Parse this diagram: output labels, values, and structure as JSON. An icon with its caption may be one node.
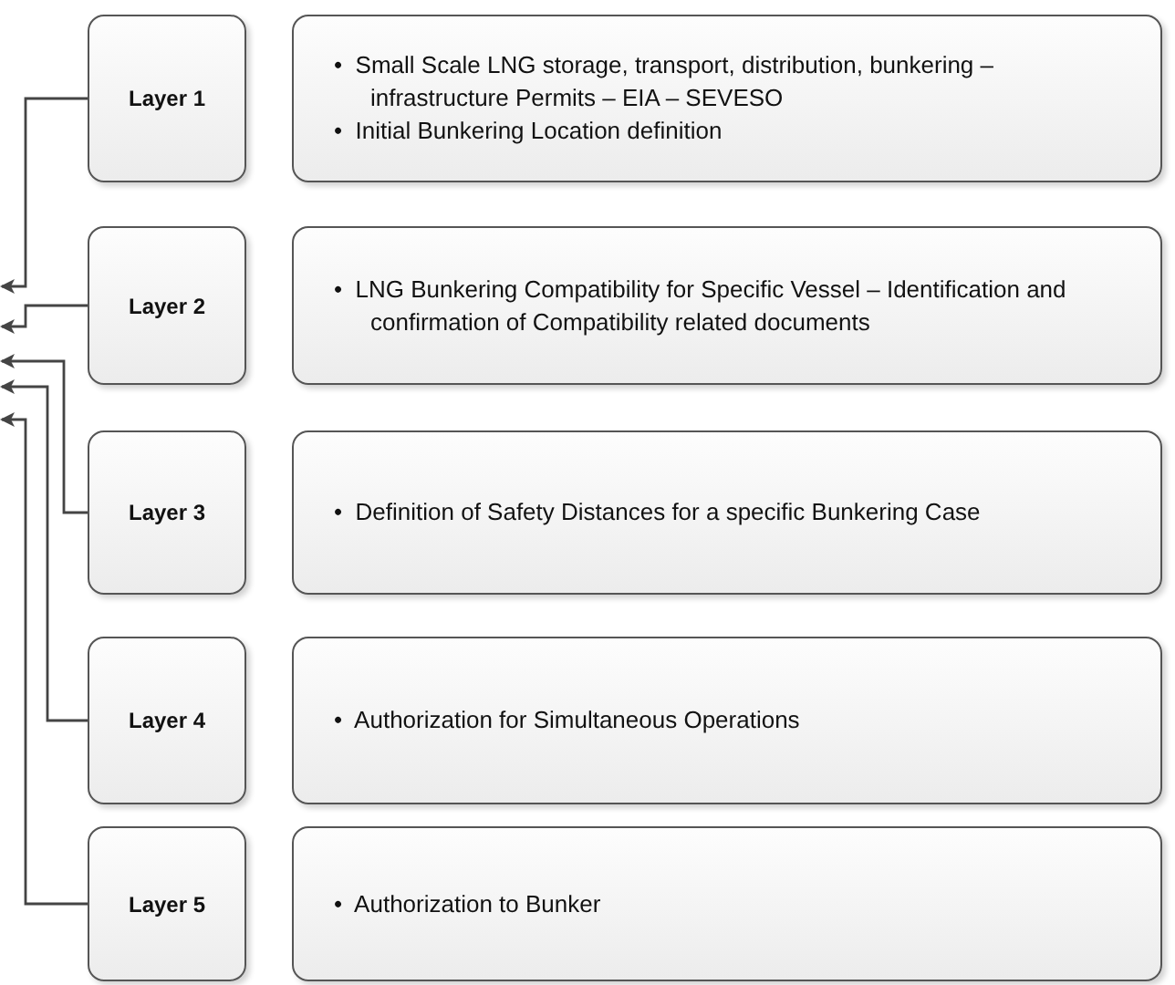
{
  "diagram": {
    "nodes": [
      {
        "text": [
          "Layer 1"
        ]
      },
      {
        "text": [
          "•  Small Scale LNG storage, transport, distribution, bunkering – infrastructure Permits – EIA – SEVESO",
          "•  Initial Bunkering Location definition"
        ]
      },
      {
        "text": [
          "Layer 2"
        ]
      },
      {
        "text": [
          "•  LNG Bunkering Compatibility for Specific Vessel – Identification and confirmation of Compatibility related documents"
        ]
      },
      {
        "text": [
          "Layer 3"
        ]
      },
      {
        "text": [
          "•  Definition of Safety Distances for a specific Bunkering Case"
        ]
      },
      {
        "text": [
          "Layer 4"
        ]
      },
      {
        "text": [
          "•  Authorization for Simultaneous Operations"
        ]
      },
      {
        "text": [
          "Layer 5"
        ]
      },
      {
        "text": [
          "•  Authorization to Bunker"
        ]
      }
    ],
    "edges": [
      {
        "from": 0,
        "to": null,
        "arrow": "to"
      },
      {
        "from": 2,
        "to": null,
        "arrow": "to"
      },
      {
        "from": 4,
        "to": null,
        "arrow": "to"
      },
      {
        "from": 6,
        "to": null,
        "arrow": "to"
      },
      {
        "from": 8,
        "to": null,
        "arrow": "to"
      }
    ]
  }
}
